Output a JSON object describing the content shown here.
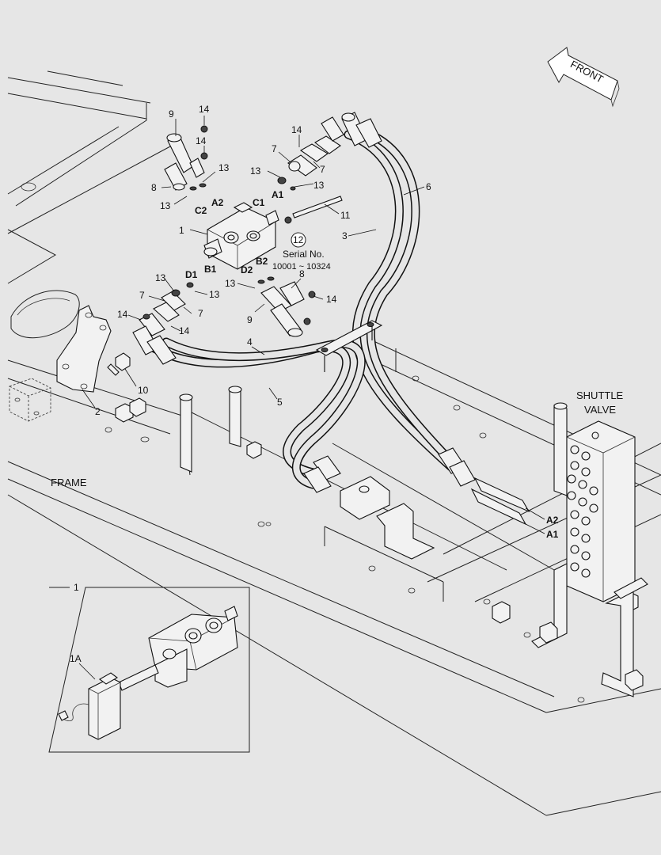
{
  "direction_label": "FRONT",
  "frame_label": "FRAME",
  "shuttle_valve_label": [
    "SHUTTLE",
    "VALVE"
  ],
  "serial_note": {
    "callout": "12",
    "line1": "Serial No.",
    "line2": "10001 ~ 10324"
  },
  "port_labels": {
    "a2": "A2",
    "c2": "C2",
    "c1": "C1",
    "a1": "A1",
    "b1": "B1",
    "d1": "D1",
    "d2": "D2",
    "b2": "B2",
    "shuttle_a2": "A2",
    "shuttle_a1": "A1"
  },
  "callouts": {
    "n1": "1",
    "n2": "2",
    "n3": "3",
    "n4": "4",
    "n5": "5",
    "n6": "6",
    "n7a": "7",
    "n7b": "7",
    "n7c": "7",
    "n7d": "7",
    "n8a": "8",
    "n8b": "8",
    "n9a": "9",
    "n9b": "9",
    "n10": "10",
    "n11": "11",
    "n13a": "13",
    "n13b": "13",
    "n13c": "13",
    "n13d": "13",
    "n13e": "13",
    "n13f": "13",
    "n13g": "13",
    "n14a": "14",
    "n14b": "14",
    "n14c": "14",
    "n14d": "14",
    "n14e": "14",
    "n14f": "14"
  },
  "inset": {
    "callout": "1",
    "sub_callout": "1A"
  }
}
